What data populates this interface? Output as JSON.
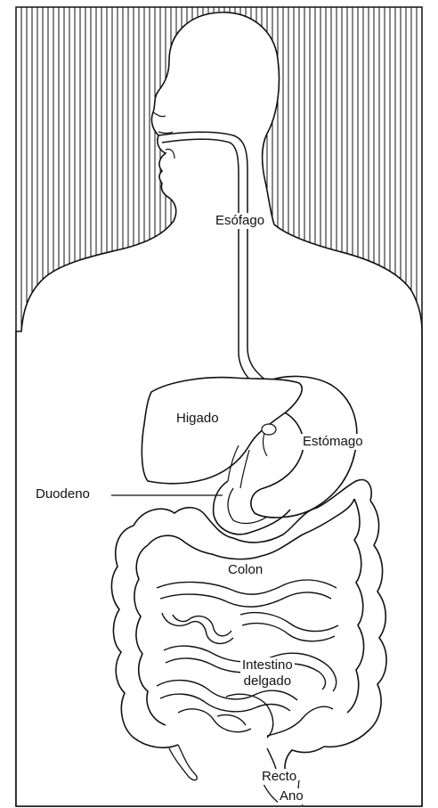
{
  "diagram": {
    "labels": {
      "esophagus": "Esófago",
      "liver": "Higado",
      "stomach": "Estómago",
      "duodenum": "Duodeno",
      "colon": "Colon",
      "small_intestine": "Intestino\ndelgado",
      "rectum": "Recto",
      "anus": "Ano"
    },
    "colors": {
      "stroke": "#111111",
      "background": "#ffffff"
    }
  }
}
